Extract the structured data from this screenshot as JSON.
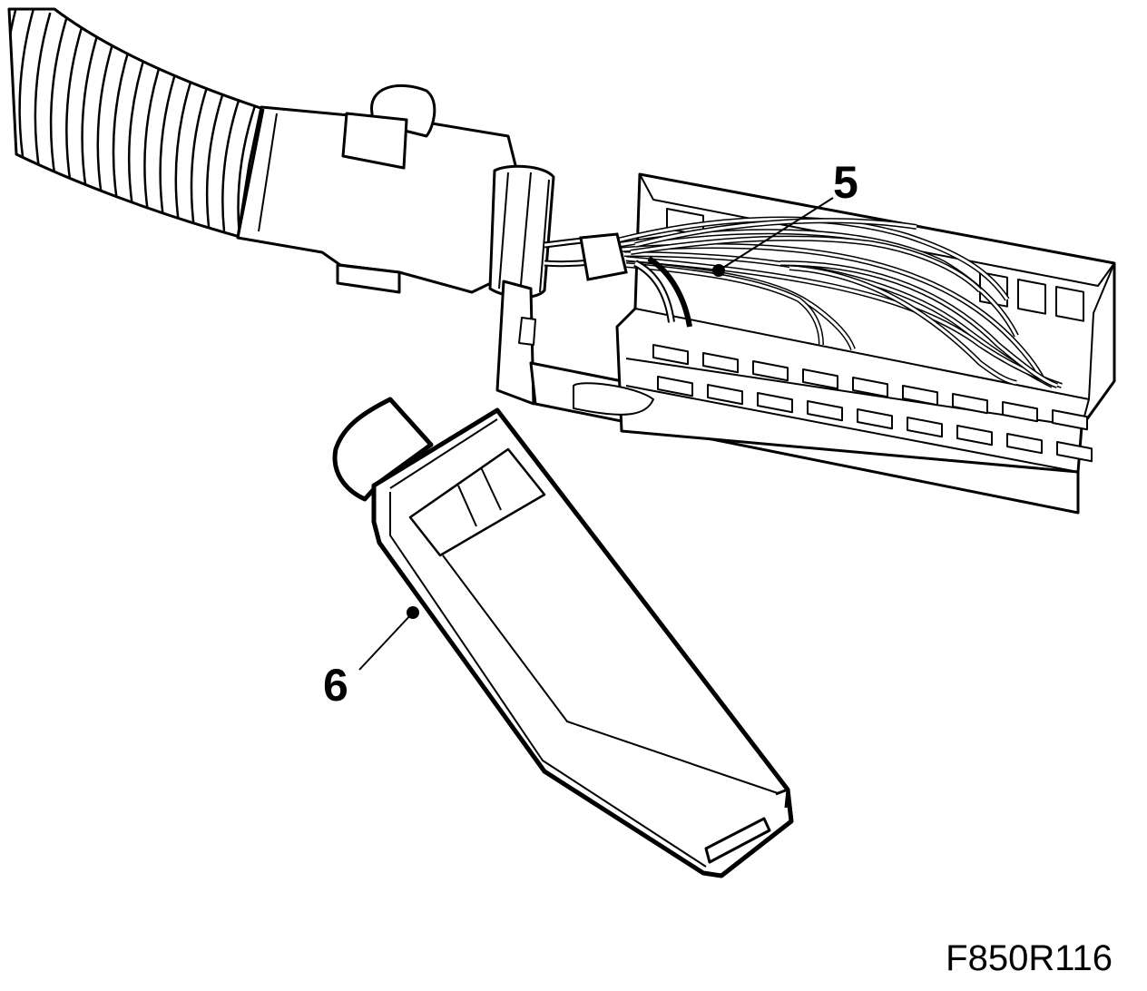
{
  "callouts": [
    {
      "id": "5",
      "label": "5"
    },
    {
      "id": "6",
      "label": "6"
    }
  ],
  "figure_code": "F850R116",
  "colors": {
    "line": "#000000",
    "fill": "#ffffff"
  }
}
